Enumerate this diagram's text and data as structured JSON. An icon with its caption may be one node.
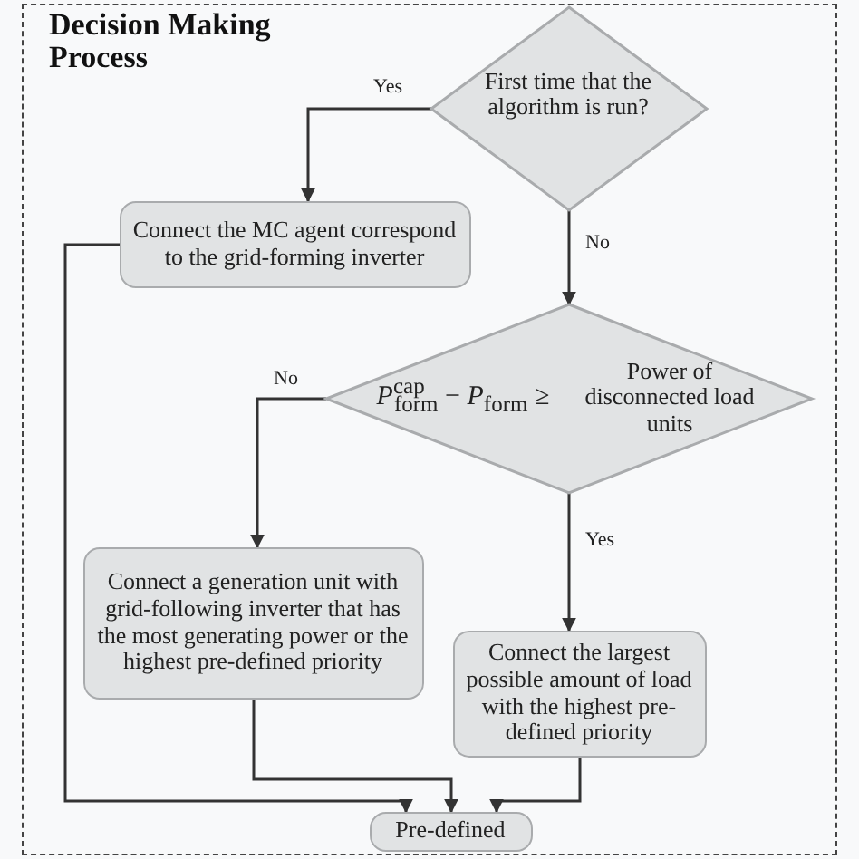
{
  "diagram": {
    "nodes": [
      {
        "text": [
          "Decision Making Process"
        ]
      },
      {
        "text": [
          "First time that the algorithm is run?"
        ],
        "in": 0
      },
      {
        "text": [
          "Connect the MC agent correspond to the grid-forming inverter"
        ],
        "in": 0
      },
      {
        "text": [
          "*P*$^{cap}$$_{form}$ − *P*$_{form}$ ≥",
          "Power of disconnected load units"
        ],
        "in": 0
      },
      {
        "text": [
          "Connect a generation unit with grid-following inverter that has the most generating power or  the highest pre-defined priority"
        ],
        "in": 0
      },
      {
        "text": [
          "Connect the largest possible amount of load with the highest pre-defined priority"
        ],
        "in": 0
      },
      {
        "text": [
          "Pre-defined"
        ],
        "in": 0
      }
    ],
    "edges": [
      {
        "from": 1,
        "to": 2,
        "arrow": "to",
        "label": "Yes"
      },
      {
        "from": 1,
        "to": 3,
        "arrow": "to",
        "label": "No"
      },
      {
        "from": 3,
        "to": 4,
        "arrow": "to",
        "label": "No"
      },
      {
        "from": 3,
        "to": 5,
        "arrow": "to",
        "label": "Yes"
      },
      {
        "from": 2,
        "to": 6,
        "arrow": "to"
      },
      {
        "from": 4,
        "to": 6,
        "arrow": "to"
      },
      {
        "from": 5,
        "to": 6,
        "arrow": "to"
      }
    ]
  }
}
